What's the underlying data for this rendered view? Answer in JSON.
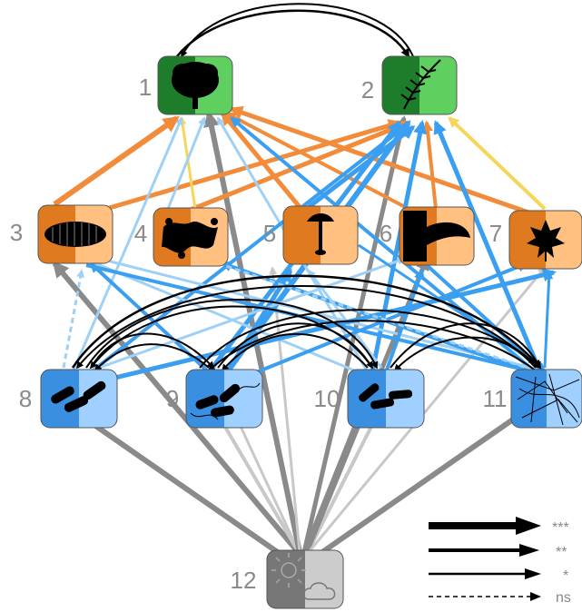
{
  "node_labels": {
    "n1": "1",
    "n2": "2",
    "n3": "3",
    "n4": "4",
    "n5": "5",
    "n6": "6",
    "n7": "7",
    "n8": "8",
    "n9": "9",
    "n10": "10",
    "n11": "11",
    "n12": "12"
  },
  "node_icons": {
    "n1": "tree-icon",
    "n2": "fern-icon",
    "n3": "isopod-icon",
    "n4": "mycelium-icon",
    "n5": "mushroom-icon",
    "n6": "bracket-fungus-icon",
    "n7": "maple-leaf-icon",
    "n8": "rod-bacteria-icon",
    "n9": "flagellated-bacteria-icon",
    "n10": "filamentous-bacteria-icon",
    "n11": "network-icon",
    "n12": "sun-cloud-icon"
  },
  "colors": {
    "plant": [
      "#1e7d2a",
      "#5fcf5f"
    ],
    "fungi": [
      "#e07a20",
      "#ffc080"
    ],
    "bacteria": [
      "#3a8fe0",
      "#9fd0ff"
    ],
    "environment": [
      "#777777",
      "#cccccc"
    ],
    "orange": "#f28c3a",
    "yellow": "#f6d65a",
    "blue": "#3a9ff0",
    "lightblue": "#9fd0f5",
    "grey": "#8a8a8a",
    "lightgrey": "#c8c8c8",
    "black": "#000000"
  },
  "legend": {
    "items": [
      {
        "label": "***",
        "style": "solid",
        "weight": "thick"
      },
      {
        "label": "**",
        "style": "solid",
        "weight": "medium"
      },
      {
        "label": "*",
        "style": "solid",
        "weight": "thin"
      },
      {
        "label": "ns",
        "style": "dashed",
        "weight": "thin"
      }
    ]
  }
}
